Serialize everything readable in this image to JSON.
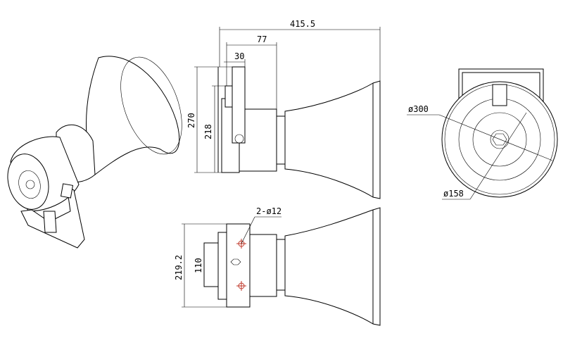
{
  "dimensions": {
    "overall_length": "415.5",
    "bracket_width": "77",
    "bracket_thickness": "30",
    "overall_height": "270",
    "body_height": "218",
    "mount_height": "219.2",
    "hole_spacing": "110",
    "mount_holes": "2-ø12",
    "horn_diameter": "ø300",
    "body_diameter": "ø158"
  },
  "colors": {
    "line": "#000000",
    "hole_marker": "#c0392b",
    "background": "#ffffff"
  }
}
